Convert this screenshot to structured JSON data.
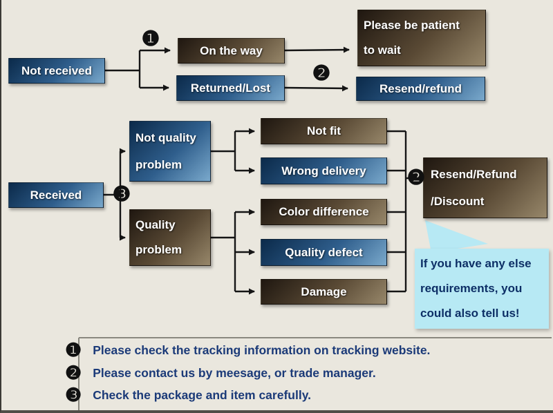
{
  "flowchart": {
    "nodes": {
      "not_received": {
        "label": "Not received"
      },
      "on_the_way": {
        "label": "On the way"
      },
      "returned_lost": {
        "label": "Returned/Lost"
      },
      "be_patient": {
        "line1": "Please be patient",
        "line2": "to wait"
      },
      "resend_refund": {
        "label": "Resend/refund"
      },
      "received": {
        "label": "Received"
      },
      "not_quality_problem": {
        "line1": "Not quality",
        "line2": "problem"
      },
      "quality_problem": {
        "line1": "Quality",
        "line2": "problem"
      },
      "not_fit": {
        "label": "Not fit"
      },
      "wrong_delivery": {
        "label": "Wrong delivery"
      },
      "color_difference": {
        "label": "Color difference"
      },
      "quality_defect": {
        "label": "Quality defect"
      },
      "damage": {
        "label": "Damage"
      },
      "resend_refund_discount": {
        "line1": "Resend/Refund",
        "line2": "/Discount"
      },
      "bubble": {
        "line1": "If you have any else",
        "line2": "requirements, you",
        "line3": "could also tell us!"
      }
    },
    "markers": {
      "one": "❶",
      "two": "❷",
      "three": "❸"
    },
    "legend": [
      {
        "marker": "❶",
        "text": "Please check the tracking information on tracking website."
      },
      {
        "marker": "❷",
        "text": "Please contact us by meesage, or trade manager."
      },
      {
        "marker": "❸",
        "text": "Check the package and item carefully."
      }
    ],
    "colors": {
      "background": "#eae7de",
      "blue_box_dark": "#0b2a4a",
      "blue_box_light": "#7aa9cc",
      "brown_box_dark": "#1f1710",
      "brown_box_light": "#97876a",
      "bubble_fill": "#b7e9f4",
      "legend_text": "#1b3a78"
    }
  }
}
